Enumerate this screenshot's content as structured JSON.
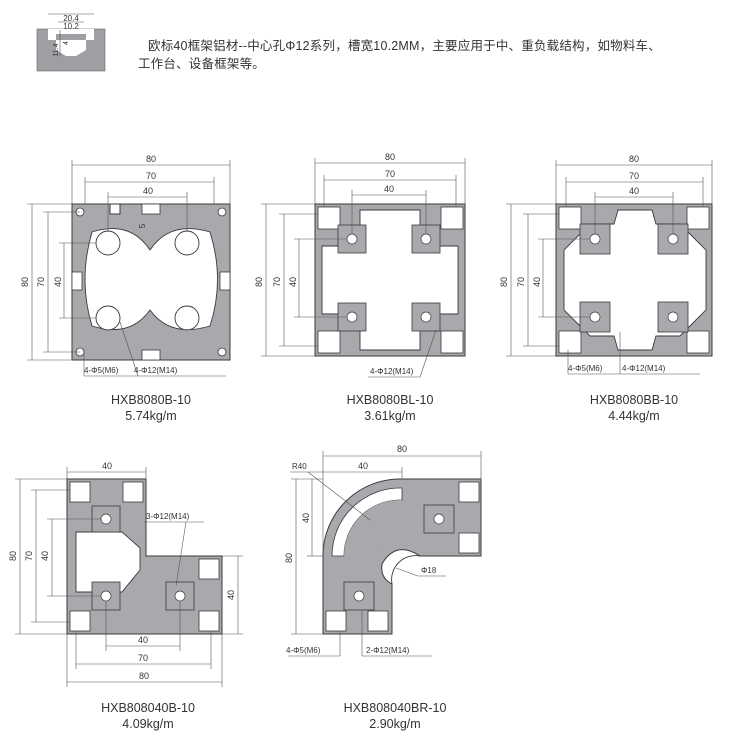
{
  "intro": {
    "line1": "欧标40框架铝材--中心孔Φ12系列，槽宽10.2MM，主要应用于中、重负载结构，如物料车、",
    "line2": "工作台、设备框架等。"
  },
  "slot_icon": {
    "width": "20.4",
    "slot": "10.2",
    "depth": "11.4",
    "lip": "4"
  },
  "profiles": [
    {
      "code": "HXB8080B-10",
      "weight": "5.74kg/m",
      "dims": [
        "80",
        "70",
        "40",
        "5",
        "80",
        "70",
        "40"
      ],
      "notes": [
        "4-Φ5(M6)",
        "4-Φ12(M14)"
      ]
    },
    {
      "code": "HXB8080BL-10",
      "weight": "3.61kg/m",
      "dims": [
        "80",
        "70",
        "40",
        "80",
        "70",
        "40"
      ],
      "notes": [
        "4-Φ12(M14)"
      ]
    },
    {
      "code": "HXB8080BB-10",
      "weight": "4.44kg/m",
      "dims": [
        "80",
        "70",
        "40",
        "80",
        "70",
        "40"
      ],
      "notes": [
        "4-Φ5(M6)",
        "4-Φ12(M14)"
      ]
    },
    {
      "code": "HXB808040B-10",
      "weight": "4.09kg/m",
      "dims": [
        "40",
        "80",
        "70",
        "40",
        "40",
        "40",
        "70",
        "80"
      ],
      "notes": [
        "3-Φ12(M14)"
      ]
    },
    {
      "code": "HXB808040BR-10",
      "weight": "2.90kg/m",
      "dims": [
        "R40",
        "40",
        "80",
        "40",
        "80",
        "Φ18"
      ],
      "notes": [
        "4-Φ5(M6)",
        "2-Φ12(M14)"
      ]
    }
  ],
  "colors": {
    "profile_fill": "#a7a9ac",
    "profile_stroke": "#3a3a3a",
    "dim_line": "#555555",
    "text": "#333333"
  }
}
